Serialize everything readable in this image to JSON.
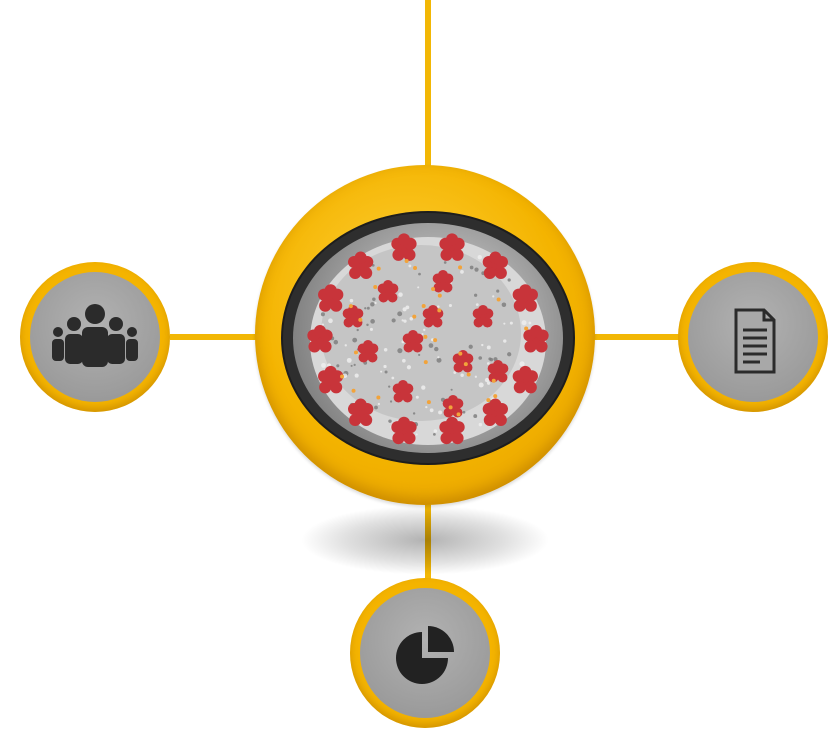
{
  "diagram": {
    "hub": {
      "image": "coronavirus-illustration",
      "ring_color": "#f4b400"
    },
    "nodes": [
      {
        "id": "people",
        "icon": "people-group-icon",
        "position": "left"
      },
      {
        "id": "document",
        "icon": "document-icon",
        "position": "right"
      },
      {
        "id": "chart",
        "icon": "pie-chart-icon",
        "position": "bottom"
      }
    ],
    "colors": {
      "accent": "#f4b400",
      "node_fill": "#9e9e9e",
      "icon": "#2b2b2b",
      "virus_spike": "#c8343a"
    }
  }
}
